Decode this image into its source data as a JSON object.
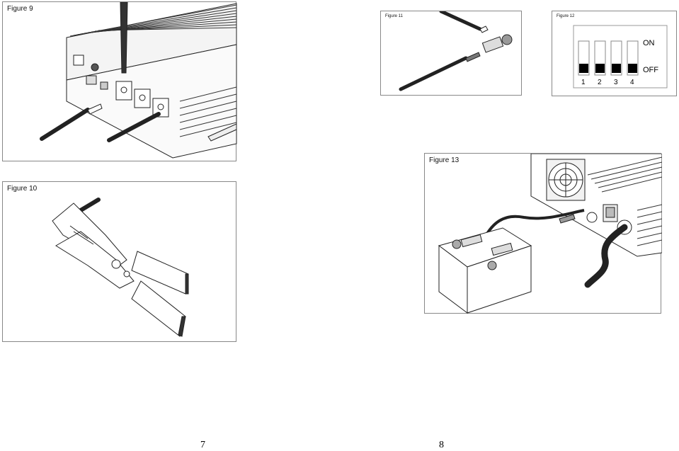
{
  "figures": {
    "fig9": {
      "caption": "Figure 9"
    },
    "fig10": {
      "caption": "Figure 10"
    },
    "fig11": {
      "caption": "Figure 11"
    },
    "fig12": {
      "caption": "Figure 12",
      "on_label": "ON",
      "off_label": "OFF",
      "switches": [
        "1",
        "2",
        "3",
        "4"
      ],
      "switch_positions": [
        "OFF",
        "OFF",
        "OFF",
        "OFF"
      ]
    },
    "fig13": {
      "caption": "Figure 13"
    }
  },
  "page_numbers": {
    "left": "7",
    "right": "8"
  }
}
